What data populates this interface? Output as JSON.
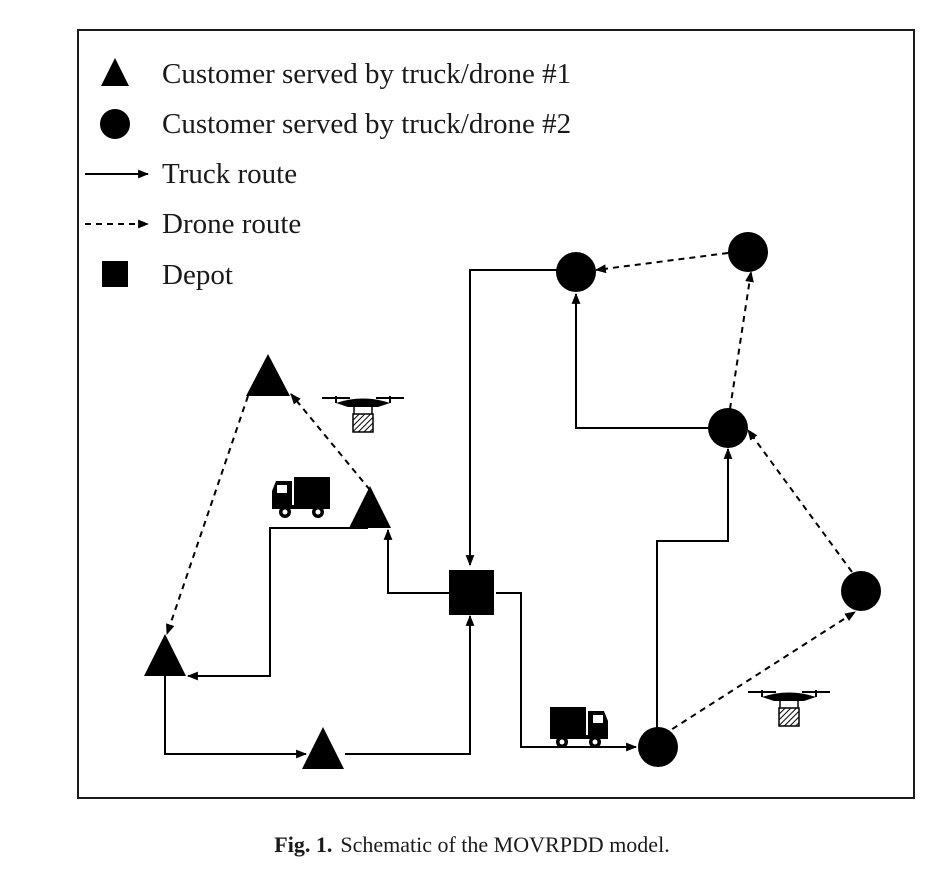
{
  "legend": {
    "customer_1": "Customer served by truck/drone #1",
    "customer_2": "Customer served by truck/drone #2",
    "truck_route": "Truck route",
    "drone_route": "Drone route",
    "depot": "Depot"
  },
  "caption": {
    "label": "Fig. 1.",
    "text": "Schematic of the MOVRPDD model."
  },
  "colors": {
    "ink": "#000000",
    "frame": "#1a1a1a",
    "background": "#ffffff"
  },
  "icons": [
    "triangle-marker-icon",
    "circle-marker-icon",
    "square-marker-icon",
    "truck-icon",
    "drone-icon"
  ]
}
